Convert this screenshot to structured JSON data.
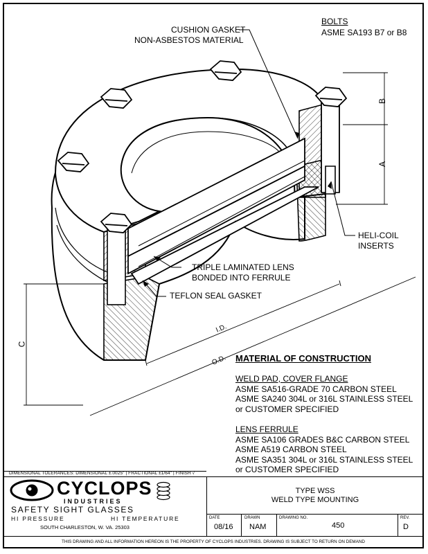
{
  "callouts": {
    "bolts_title": "BOLTS",
    "bolts_spec": "ASME SA193 B7 or B8",
    "cushion_line1": "CUSHION GASKET",
    "cushion_line2": "NON-ASBESTOS MATERIAL",
    "heli_line1": "HELI-COIL",
    "heli_line2": "INSERTS",
    "lens_line1": "TRIPLE LAMINATED LENS",
    "lens_line2": "BONDED INTO FERRULE",
    "teflon": "TEFLON SEAL GASKET"
  },
  "dimensions": {
    "a": "A",
    "b": "B",
    "c": "C",
    "id": "I.D.",
    "od": "O.D."
  },
  "materials": {
    "heading": "MATERIAL OF CONSTRUCTION",
    "group1_title": "WELD PAD, COVER FLANGE",
    "group1_lines": [
      "ASME SA516-GRADE 70 CARBON STEEL",
      "ASME SA240 304L or 316L STAINLESS STEEL",
      "or CUSTOMER SPECIFIED"
    ],
    "group2_title": "LENS FERRULE",
    "group2_lines": [
      "ASME SA106 GRADES B&C CARBON STEEL",
      "ASME A519 CARBON STEEL",
      "ASME SA351 304L or 316L STAINLESS STEEL",
      "or CUSTOMER SPECIFIED"
    ]
  },
  "tolerances": "DIMENSIONAL TOLERANCES:  DIMENSIONAL ±.0025\"  |  FRACTIONAL ±1/64\"  |  FINISH √",
  "logo": {
    "brand": "CYCLOPS",
    "industries": "INDUSTRIES",
    "tagline": "SAFETY SIGHT GLASSES",
    "pressure": "HI PRESSURE",
    "temperature": "HI TEMPERATURE",
    "address": "SOUTH CHARLESTON, W. VA. 25303"
  },
  "title_block": {
    "title_line1": "TYPE WSS",
    "title_line2": "WELD TYPE MOUNTING",
    "date_label": "DATE",
    "date_value": "08/16",
    "drawn_label": "DRAWN",
    "drawn_value": "NAM",
    "drawing_no_label": "DRAWING NO.",
    "drawing_no_value": "450",
    "rev_label": "REV.",
    "rev_value": "D"
  },
  "footer": "THIS DRAWING AND ALL INFORMATION HEREON IS THE PROPERTY OF CYCLOPS INDUSTRIES.  DRAWING IS SUBJECT TO RETURN ON DEMAND"
}
